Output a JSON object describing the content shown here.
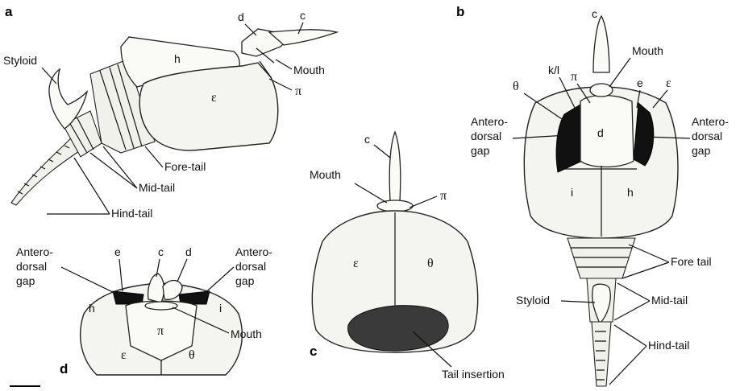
{
  "panels": {
    "a": "a",
    "b": "b",
    "c": "c",
    "d": "d"
  },
  "panel_a": {
    "styloid": "Styloid",
    "h": "h",
    "epsilon": "ε",
    "d": "d",
    "c": "c",
    "mouth": "Mouth",
    "pi": "π",
    "fore_tail": "Fore-tail",
    "mid_tail": "Mid-tail",
    "hind_tail": "Hind-tail"
  },
  "panel_b": {
    "c": "c",
    "mouth": "Mouth",
    "kl": "k/l",
    "pi": "π",
    "e": "e",
    "epsilon": "ε",
    "theta": "θ",
    "antero_left": [
      "Antero-",
      "dorsal",
      "gap"
    ],
    "antero_right": [
      "Antero-",
      "dorsal",
      "gap"
    ],
    "d": "d",
    "i": "i",
    "h": "h",
    "fore_tail": "Fore tail",
    "styloid": "Styloid",
    "mid_tail": "Mid-tail",
    "hind_tail": "Hind-tail"
  },
  "panel_c": {
    "c": "c",
    "mouth": "Mouth",
    "pi": "π",
    "epsilon": "ε",
    "theta": "θ",
    "tail_insertion": "Tail insertion"
  },
  "panel_d": {
    "antero_left": [
      "Antero-",
      "dorsal",
      "gap"
    ],
    "e": "e",
    "c": "c",
    "d": "d",
    "antero_right": [
      "Antero-",
      "dorsal",
      "gap"
    ],
    "h": "h",
    "i": "i",
    "pi": "π",
    "mouth": "Mouth",
    "epsilon": "ε",
    "theta": "θ"
  }
}
